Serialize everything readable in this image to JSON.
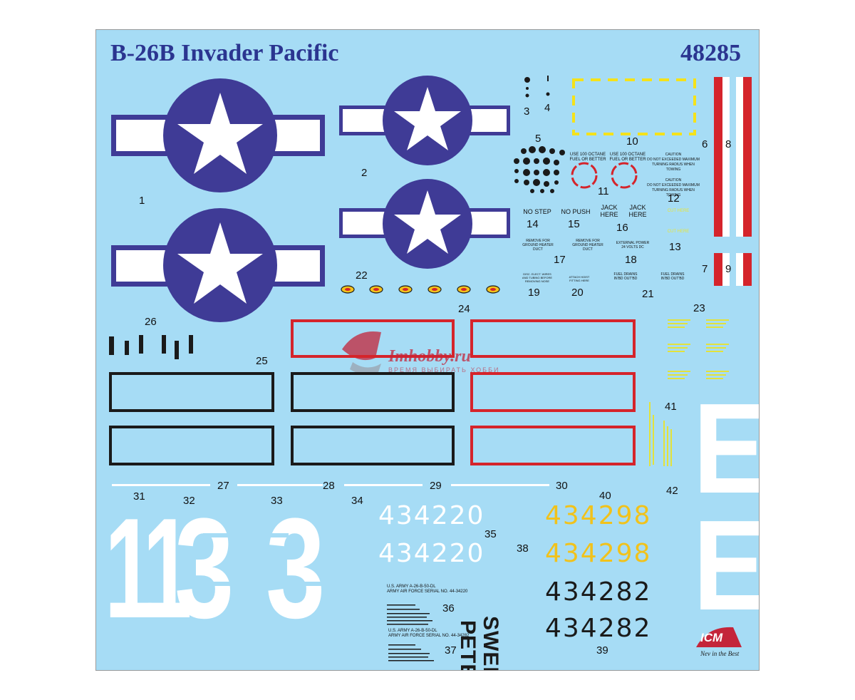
{
  "sheet": {
    "title": "B-26B Invader Pacific",
    "code": "48285"
  },
  "colors": {
    "background": "#a6dcf5",
    "roundel_blue": "#3f3b96",
    "white": "#ffffff",
    "red": "#d5242b",
    "yellow": "#f1c21b",
    "black": "#1a1a1a",
    "title_blue": "#2b3590"
  },
  "numbers": {
    "n1": "1",
    "n2": "2",
    "n3": "3",
    "n4": "4",
    "n5": "5",
    "n6": "6",
    "n7": "7",
    "n8": "8",
    "n9": "9",
    "n10": "10",
    "n11": "11",
    "n12": "12",
    "n13": "13",
    "n14": "14",
    "n15": "15",
    "n16": "16",
    "n17": "17",
    "n18": "18",
    "n19": "19",
    "n20": "20",
    "n21": "21",
    "n22": "22",
    "n23": "23",
    "n24": "24",
    "n25": "25",
    "n26": "26",
    "n27": "27",
    "n28": "28",
    "n29": "29",
    "n30": "30",
    "n31": "31",
    "n32": "32",
    "n33": "33",
    "n34": "34",
    "n35": "35",
    "n36": "36",
    "n37": "37",
    "n38": "38",
    "n39": "39",
    "n40": "40",
    "n41": "41",
    "n42": "42"
  },
  "stencils": {
    "fuel_left": "USE 100 OCTANE\nFUEL OR BETTER",
    "fuel_right": "USE 100 OCTANE\nFUEL OR BETTER",
    "caution_1": "CAUTION\nDO NOT EXCEEDED MAXIMUM\nTURNING RADIUS WHEN TOWING",
    "caution_2": "CAUTION\nDO NOT EXCEEDED MAXIMUM\nTURNING RADIUS WHEN TOWING",
    "no_step": "NO STEP",
    "no_push": "NO PUSH",
    "jack_1": "JACK\nHERE",
    "jack_2": "JACK\nHERE",
    "cut_here_1": "CUT HERE",
    "cut_here_2": "CUT HERE",
    "remove_1": "REMOVE FOR\nGROUND HEATER\nDUCT",
    "remove_2": "REMOVE FOR\nGROUND HEATER\nDUCT",
    "external_power": "EXTERNAL POWER\n24 VOLTS DC",
    "disc_elect": "DISC. ELECT. WIRES\nAND TUBING BEFORE\nREMOVING NOSE",
    "attach_hoist": "ATTACH HOIST\nFITTING HERE",
    "fuel_drains_1": "FUEL DRAINS\nIN'BD      OUT'BD",
    "fuel_drains_2": "FUEL DRAINS\nIN'BD      OUT'BD"
  },
  "markings": {
    "serial_white_1": "434220",
    "serial_white_2": "434220",
    "serial_yellow_1": "434298",
    "serial_yellow_2": "434298",
    "serial_black_1": "434282",
    "serial_black_2": "434282",
    "sweet": "SWEET",
    "pete": "PETE",
    "tail_1": "11",
    "tail_2": "3",
    "tail_3": "3",
    "letter_e_1": "E",
    "letter_e_2": "E",
    "data_36_l1": "U.S. ARMY A-26-B-50-DL",
    "data_36_l2": "ARMY AIR FORCE SERIAL NO. 44-34220",
    "data_37_l1": "U.S. ARMY A-26-B-50-DL",
    "data_37_l2": "ARMY AIR FORCE SERIAL NO. 44-34282"
  },
  "brand": {
    "icm": "ICM",
    "icm_tag": "Nev in the Best",
    "watermark": "Imhobby.ru",
    "watermark_sub": "ВРЕМЯ ВЫБИРАТЬ ХОББИ"
  }
}
